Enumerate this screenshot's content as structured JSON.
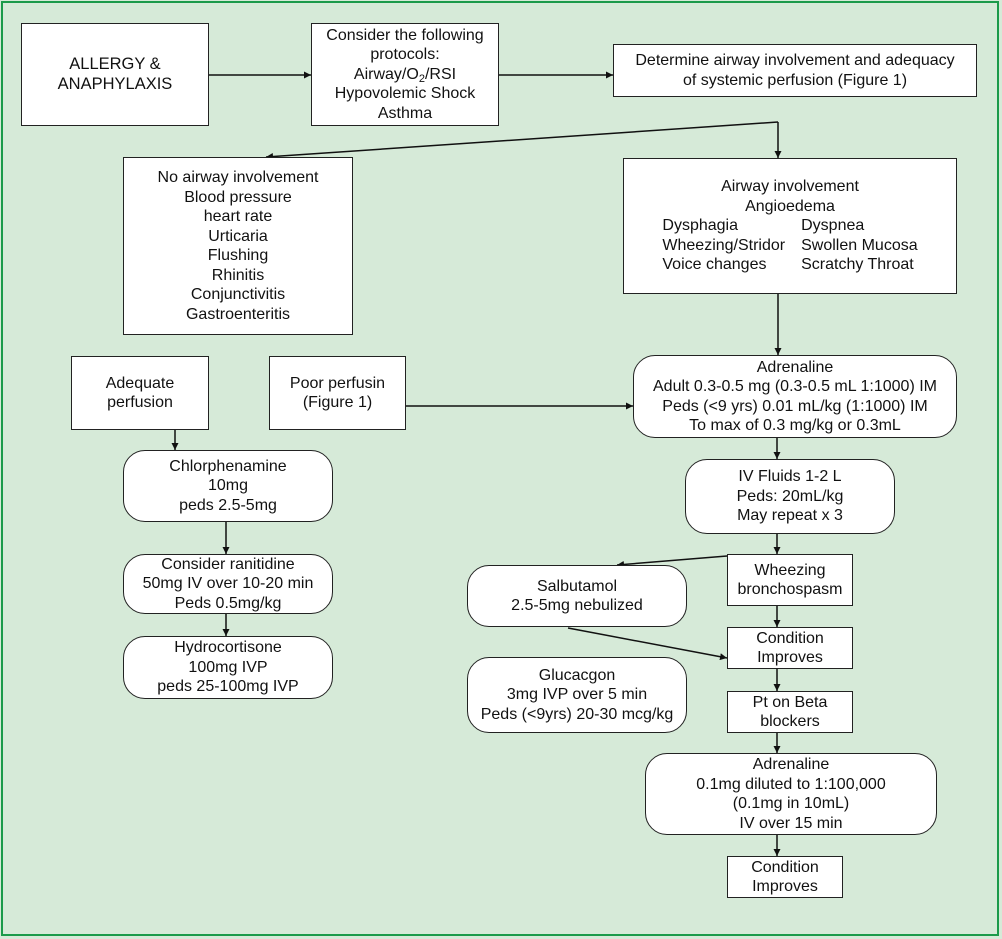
{
  "boxes": {
    "allergy": [
      "ALLERGY &",
      "ANAPHYLAXIS"
    ],
    "protocols": [
      "Consider the following",
      "protocols:",
      "Airway/O2/RSI",
      "Hypovolemic Shock",
      "Asthma"
    ],
    "determine": [
      "Determine airway involvement and adequacy",
      "of systemic perfusion (Figure 1)"
    ],
    "no_airway": [
      "No airway involvement",
      "Blood pressure",
      "heart rate",
      "Urticaria",
      "Flushing",
      "Rhinitis",
      "Conjunctivitis",
      "Gastroenteritis"
    ],
    "airway_title": [
      "Airway involvement",
      "Angioedema"
    ],
    "airway_grid": [
      "Dysphagia",
      "Dyspnea",
      "Wheezing/Stridor",
      "Swollen Mucosa",
      "Voice changes",
      "Scratchy Throat"
    ],
    "adequate": [
      "Adequate",
      "perfusion"
    ],
    "poor": [
      "Poor perfusin",
      "(Figure 1)"
    ],
    "adrenaline1": [
      "Adrenaline",
      "Adult 0.3-0.5 mg (0.3-0.5 mL 1:1000) IM",
      "Peds (<9 yrs) 0.01 mL/kg (1:1000) IM",
      "To max of 0.3 mg/kg or 0.3mL"
    ],
    "chlorphenamine": [
      "Chlorphenamine",
      "10mg",
      "peds 2.5-5mg"
    ],
    "iv_fluids": [
      "IV Fluids 1-2 L",
      "Peds: 20mL/kg",
      "May repeat x 3"
    ],
    "ranitidine": [
      "Consider ranitidine",
      "50mg IV over 10-20 min",
      "Peds 0.5mg/kg"
    ],
    "salbutamol": [
      "Salbutamol",
      "2.5-5mg nebulized"
    ],
    "wheezing": [
      "Wheezing",
      "bronchospasm"
    ],
    "hydrocortisone": [
      "Hydrocortisone",
      "100mg IVP",
      "peds 25-100mg IVP"
    ],
    "condition1": [
      "Condition",
      "Improves"
    ],
    "glucagon": [
      "Glucacgon",
      "3mg IVP over 5 min",
      "Peds (<9yrs) 20-30 mcg/kg"
    ],
    "beta": [
      "Pt on Beta",
      "blockers"
    ],
    "adrenaline2": [
      "Adrenaline",
      "0.1mg diluted to 1:100,000",
      "(0.1mg in 10mL)",
      "IV over 15 min"
    ],
    "condition2": [
      "Condition",
      "Improves"
    ]
  },
  "colors": {
    "background": "#d6ead8",
    "frame": "#1b9a4a",
    "box": "#ffffff",
    "stroke": "#222222"
  }
}
